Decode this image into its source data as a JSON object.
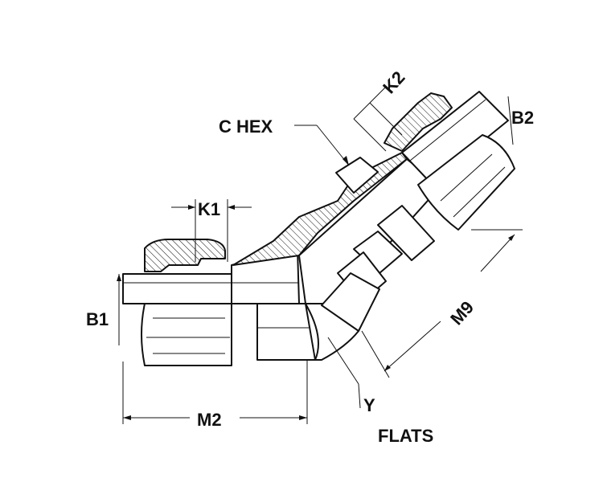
{
  "labels": {
    "k1": "K1",
    "k2": "K2",
    "c_hex": "C HEX",
    "b1": "B1",
    "b2": "B2",
    "m2": "M2",
    "m9": "M9",
    "y": "Y",
    "flats": "FLATS"
  }
}
